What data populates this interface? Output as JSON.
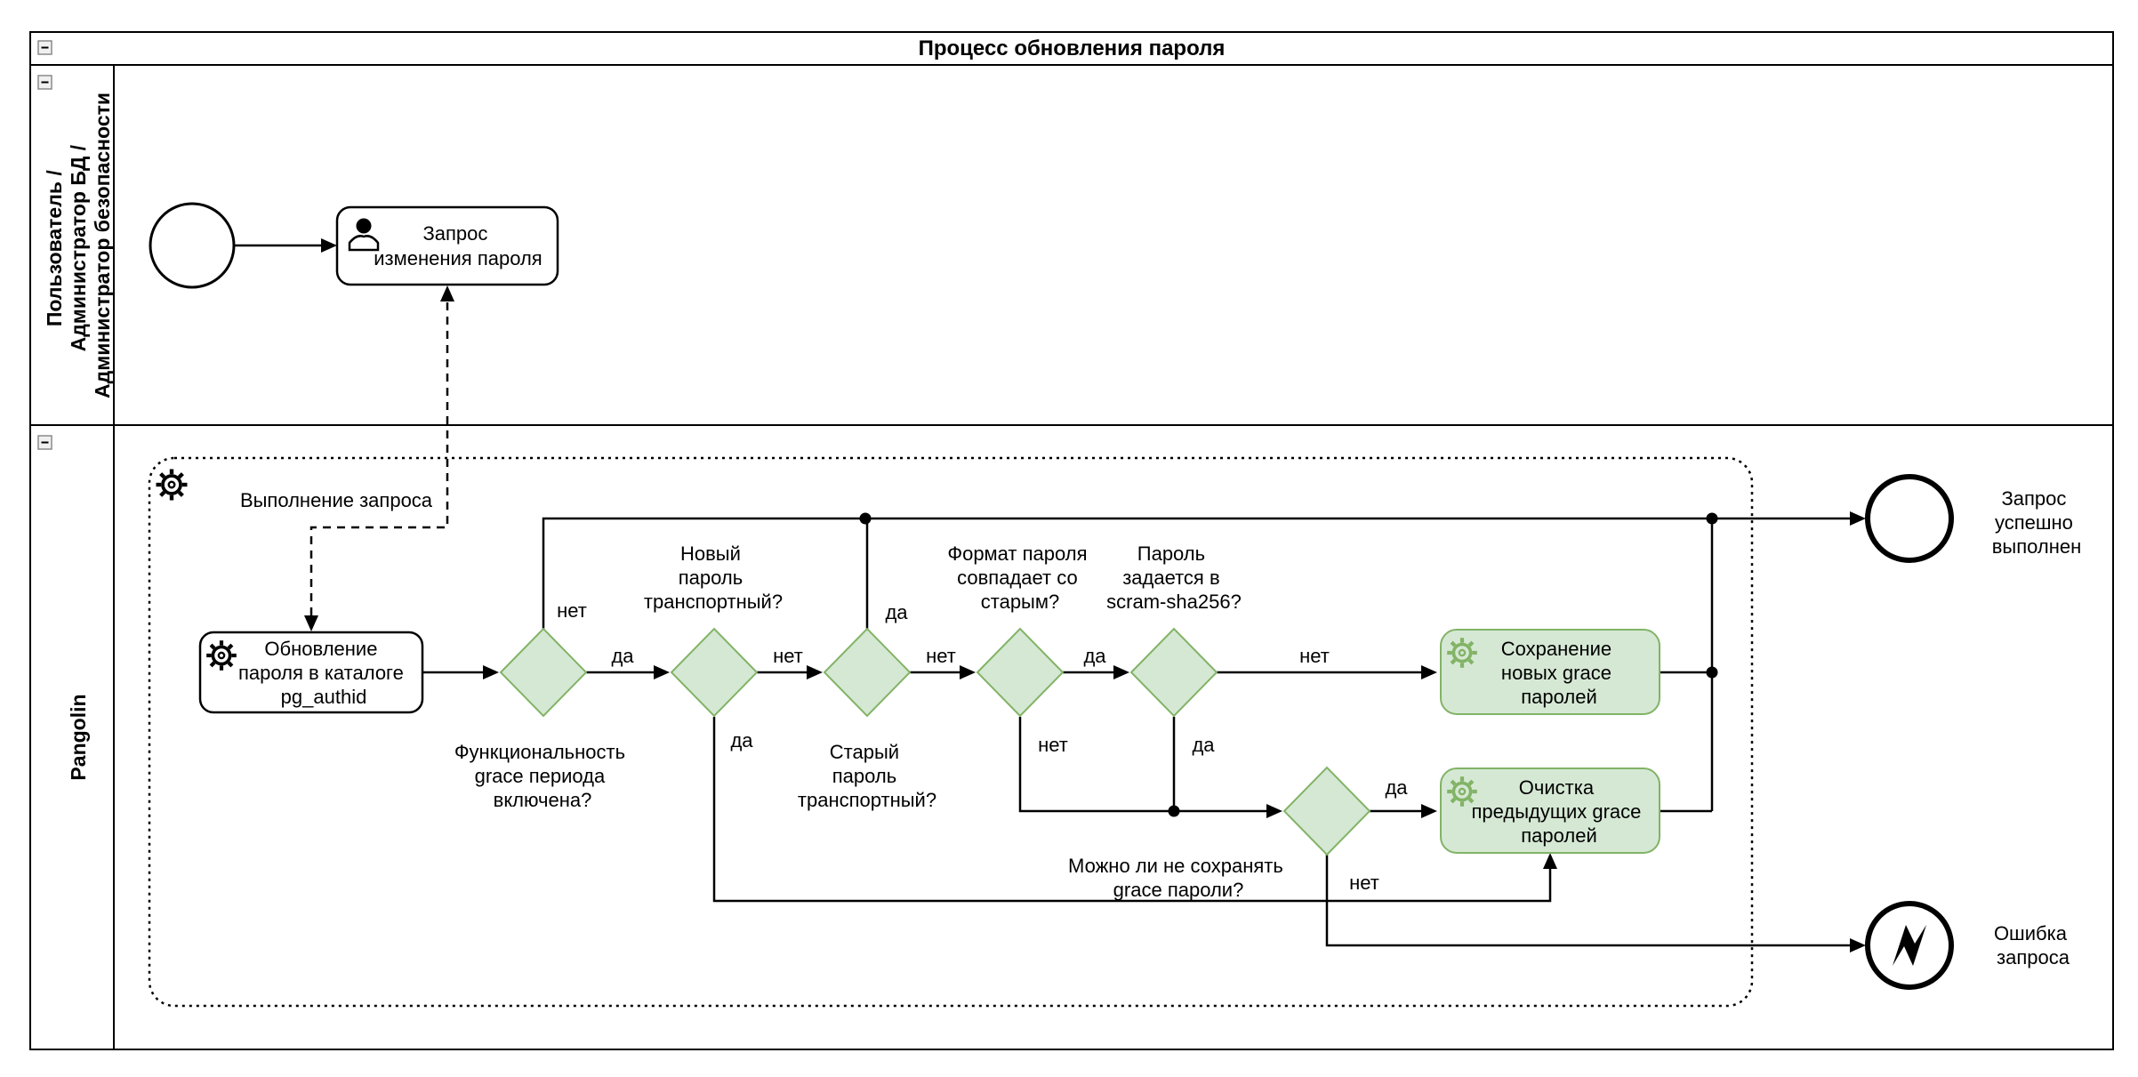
{
  "pool": {
    "title": "Процесс обновления пароля"
  },
  "lanes": [
    {
      "name_lines": [
        "Пользователь /",
        "Администратор БД /",
        "Администратор безопасности"
      ]
    },
    {
      "name_lines": [
        "Pangolin"
      ]
    }
  ],
  "colors": {
    "green_fill": "#d5e8d4",
    "green_stroke": "#82b366"
  },
  "tasks": {
    "request": {
      "lines": [
        "Запрос",
        "изменения пароля"
      ]
    },
    "update": {
      "lines": [
        "Обновление",
        "пароля в каталоге",
        "pg_authid"
      ]
    },
    "save": {
      "lines": [
        "Сохранение",
        "новых grace",
        "паролей"
      ]
    },
    "clear": {
      "lines": [
        "Очистка",
        "предыдущих grace",
        "паролей"
      ]
    }
  },
  "gateways": {
    "g1": {
      "lines": [
        "Функциональность",
        "grace периода",
        "включена?"
      ]
    },
    "g2": {
      "lines": [
        "Новый",
        "пароль",
        "транспортный?"
      ]
    },
    "g3": {
      "lines": [
        "Старый",
        "пароль",
        "транспортный?"
      ]
    },
    "g4": {
      "lines": [
        "Формат пароля",
        "совпадает со",
        "старым?"
      ]
    },
    "g5": {
      "lines": [
        "Пароль",
        "задается в",
        "scram-sha256?"
      ]
    },
    "g6": {
      "lines": [
        "Можно ли не сохранять",
        "grace пароли?"
      ]
    }
  },
  "events": {
    "success": {
      "lines": [
        "Запрос",
        "успешно",
        "выполнен"
      ]
    },
    "error": {
      "lines": [
        "Ошибка",
        "запроса"
      ]
    }
  },
  "labels": {
    "yes": "да",
    "no": "нет",
    "execution": "Выполнение запроса"
  }
}
